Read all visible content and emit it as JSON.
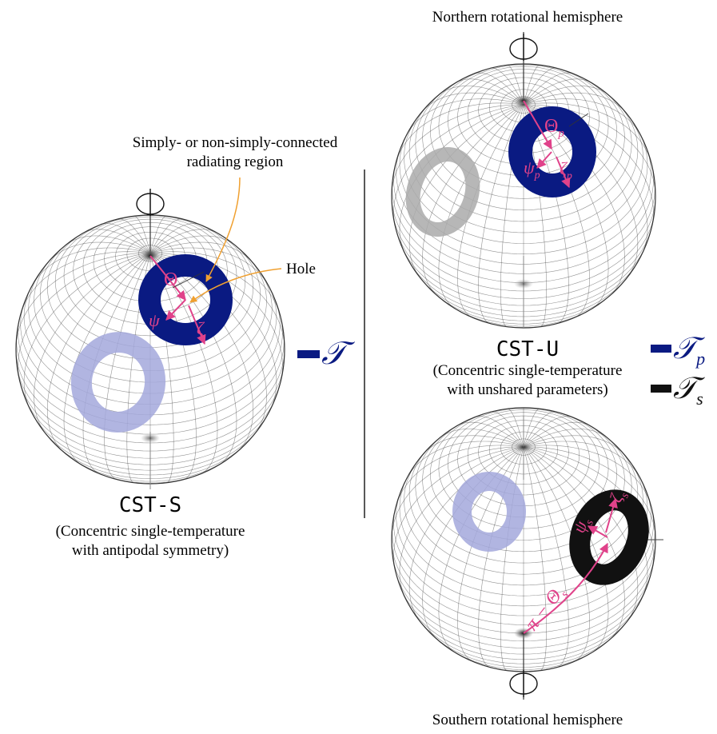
{
  "colors": {
    "navy": "#0a1a82",
    "pink": "#e0428a",
    "orange": "#f0a030",
    "lavender": "#a3a8dc",
    "gray_ring": "#aaaaaa",
    "grid": "#3a3a3a"
  },
  "labels": {
    "north_title": "Northern rotational hemisphere",
    "south_title": "Southern rotational hemisphere",
    "radiating_line1": "Simply- or non-simply-connected",
    "radiating_line2": "radiating region",
    "hole": "Hole",
    "cst_s_name": "CST-S",
    "cst_s_desc1": "(Concentric single-temperature",
    "cst_s_desc2": "with antipodal symmetry)",
    "cst_u_name": "CST-U",
    "cst_u_desc1": "(Concentric single-temperature",
    "cst_u_desc2": "with unshared parameters)"
  },
  "math": {
    "theta": "Θ",
    "psi": "ψ",
    "zeta": "ζ",
    "T": "𝒯",
    "Tp_base": "𝒯",
    "Tp_sub": "p",
    "Ts_base": "𝒯",
    "Ts_sub": "s",
    "theta_p_base": "Θ",
    "theta_p_sub": "p",
    "psi_p_base": "ψ",
    "psi_p_sub": "p",
    "zeta_p_base": "ζ",
    "zeta_p_sub": "p",
    "psi_s_base": "ψ",
    "psi_s_sub": "s",
    "zeta_s_base": "ζ",
    "zeta_s_sub": "s",
    "pi_minus_theta_s": "π − Θ",
    "pi_minus_theta_s_sub": "s"
  }
}
